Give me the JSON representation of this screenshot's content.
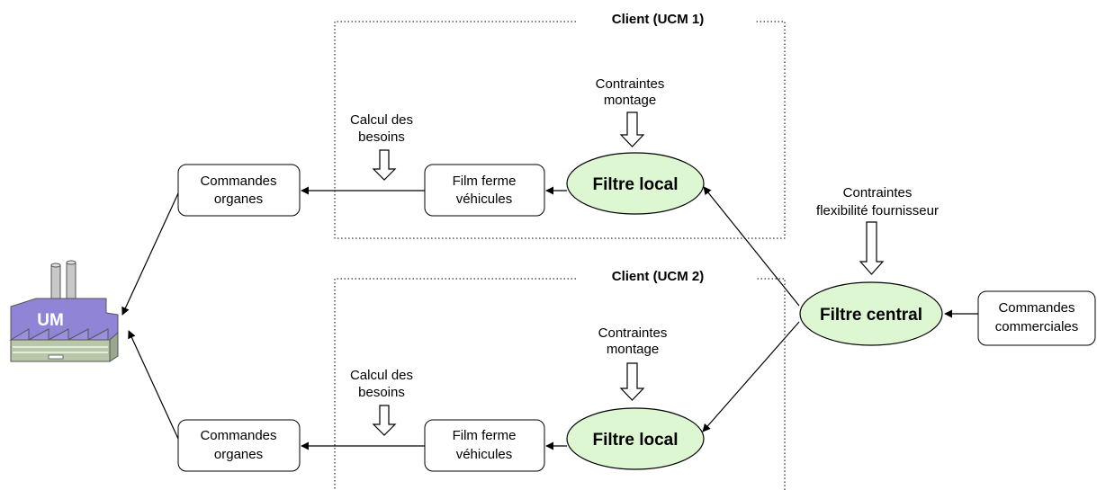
{
  "colors": {
    "filter_fill": "#ddf7d3",
    "factory_roof": "#8f84d6",
    "factory_wall": "#b7c7a8",
    "factory_chimney": "#c8c8c8",
    "stroke": "#000000"
  },
  "icons": [
    "factory-icon",
    "hollow-down-arrow-icon",
    "arrow-icon"
  ],
  "factory": {
    "label": "UM"
  },
  "client1": {
    "title": "Client (UCM 1)",
    "constraints": [
      "Contraintes",
      "montage"
    ],
    "calcul": [
      "Calcul des",
      "besoins"
    ],
    "film": [
      "Film ferme",
      "véhicules"
    ],
    "filter": "Filtre local",
    "orders": [
      "Commandes",
      "organes"
    ]
  },
  "client2": {
    "title": "Client (UCM 2)",
    "constraints": [
      "Contraintes",
      "montage"
    ],
    "calcul": [
      "Calcul des",
      "besoins"
    ],
    "film": [
      "Film ferme",
      "véhicules"
    ],
    "filter": "Filtre local",
    "orders": [
      "Commandes",
      "organes"
    ]
  },
  "central": {
    "filter": "Filtre central",
    "constraints": [
      "Contraintes",
      "flexibilité fournisseur"
    ],
    "orders": [
      "Commandes",
      "commerciales"
    ]
  }
}
